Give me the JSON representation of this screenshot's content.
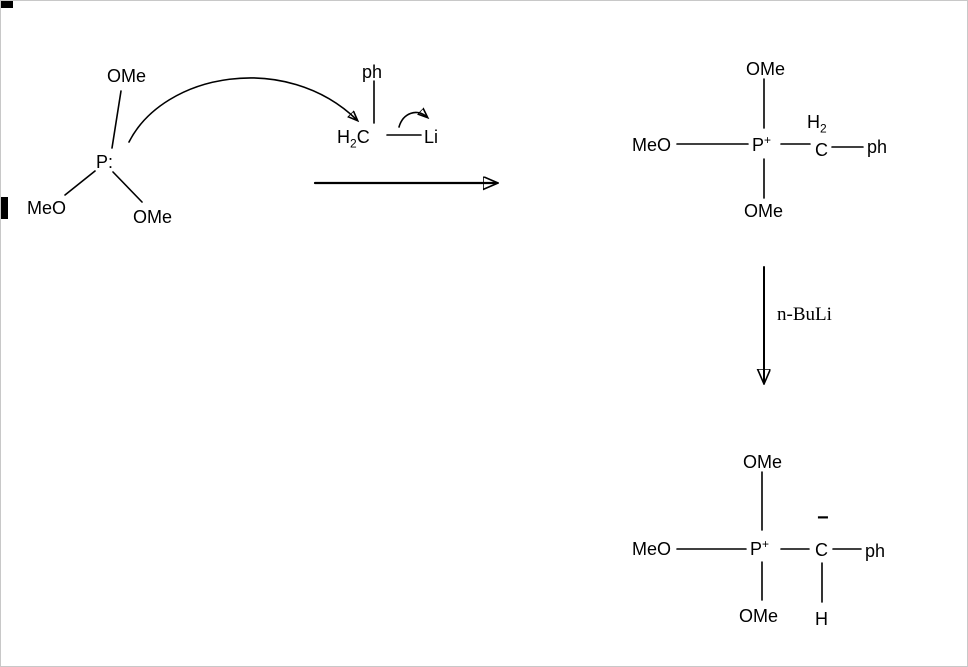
{
  "scheme": {
    "trimethyl_phosphite": {
      "ome_top": "OMe",
      "p": "P",
      "lone_pair": ":",
      "meo_left": "MeO",
      "ome_bottom": "OMe"
    },
    "benzyllithium": {
      "ph": "ph",
      "h": "H",
      "h_subscript": "2",
      "c": "C",
      "li": "Li"
    },
    "phosphonium_intermediate": {
      "ome_top": "OMe",
      "meo_left": "MeO",
      "p": "P",
      "charge": "+",
      "h": "H",
      "h_subscript": "2",
      "c": "C",
      "ph": "ph",
      "ome_bottom": "OMe"
    },
    "step_reagent": "n-BuLi",
    "phosphonium_ylide": {
      "ome_top": "OMe",
      "meo_left": "MeO",
      "p": "P",
      "charge": "+",
      "carbanion_minus": "−",
      "c": "C",
      "ph": "ph",
      "ome_bottom": "OMe",
      "h": "H"
    }
  },
  "colors": {
    "ink": "#000000",
    "background": "#ffffff"
  }
}
